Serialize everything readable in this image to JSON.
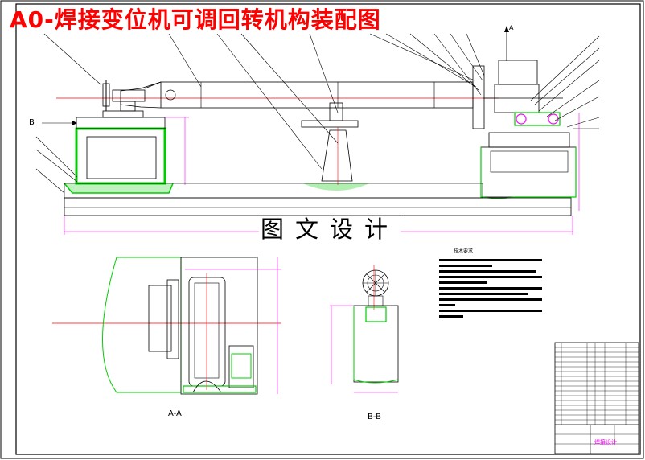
{
  "drawing": {
    "title": "A0-焊接变位机可调回转机构装配图",
    "watermark": "图文设计",
    "section_labels": {
      "a_a": "A-A",
      "b_b": "B-B"
    },
    "callout_b": "B",
    "direction_a": "A",
    "tech_notes_title": "技术要求",
    "title_block_caption": "焊接设计"
  },
  "colors": {
    "outline": "#000000",
    "structure": "#00cc00",
    "centerline": "#ff0000",
    "dimension": "#ff00ff",
    "frame": "#000000"
  }
}
